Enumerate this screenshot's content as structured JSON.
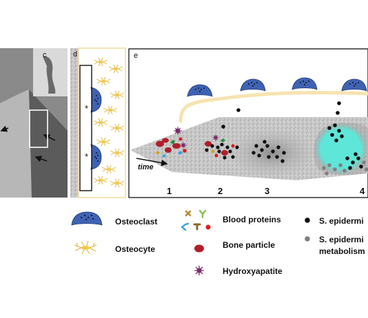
{
  "panels": {
    "c_label": "c",
    "d_label": "d",
    "e_label": "e",
    "asterisk": "*",
    "time_label": "time"
  },
  "stages": [
    "1",
    "2",
    "3",
    "4"
  ],
  "legend": {
    "osteoclast": "Osteoclast",
    "osteocyte": "Osteocyte",
    "blood_proteins": "Blood proteins",
    "bone_particle": "Bone particle",
    "hydroxyapatite": "Hydroxyapatite",
    "s_epidermidis": "S. epidermi",
    "s_epidermidis_metab_line1": "S. epidermi",
    "s_epidermidis_metab_line2": "metabolism"
  },
  "colors": {
    "osteoclast_fill": "#3f63b4",
    "osteocyte_yellow": "#f2c94c",
    "teal_region": "#5ee6d9",
    "bone_particle": "#b01e2a",
    "hydroxyapatite": "#7a2a6a",
    "bacteria_black": "#111111",
    "bacteria_grey": "#808080"
  }
}
